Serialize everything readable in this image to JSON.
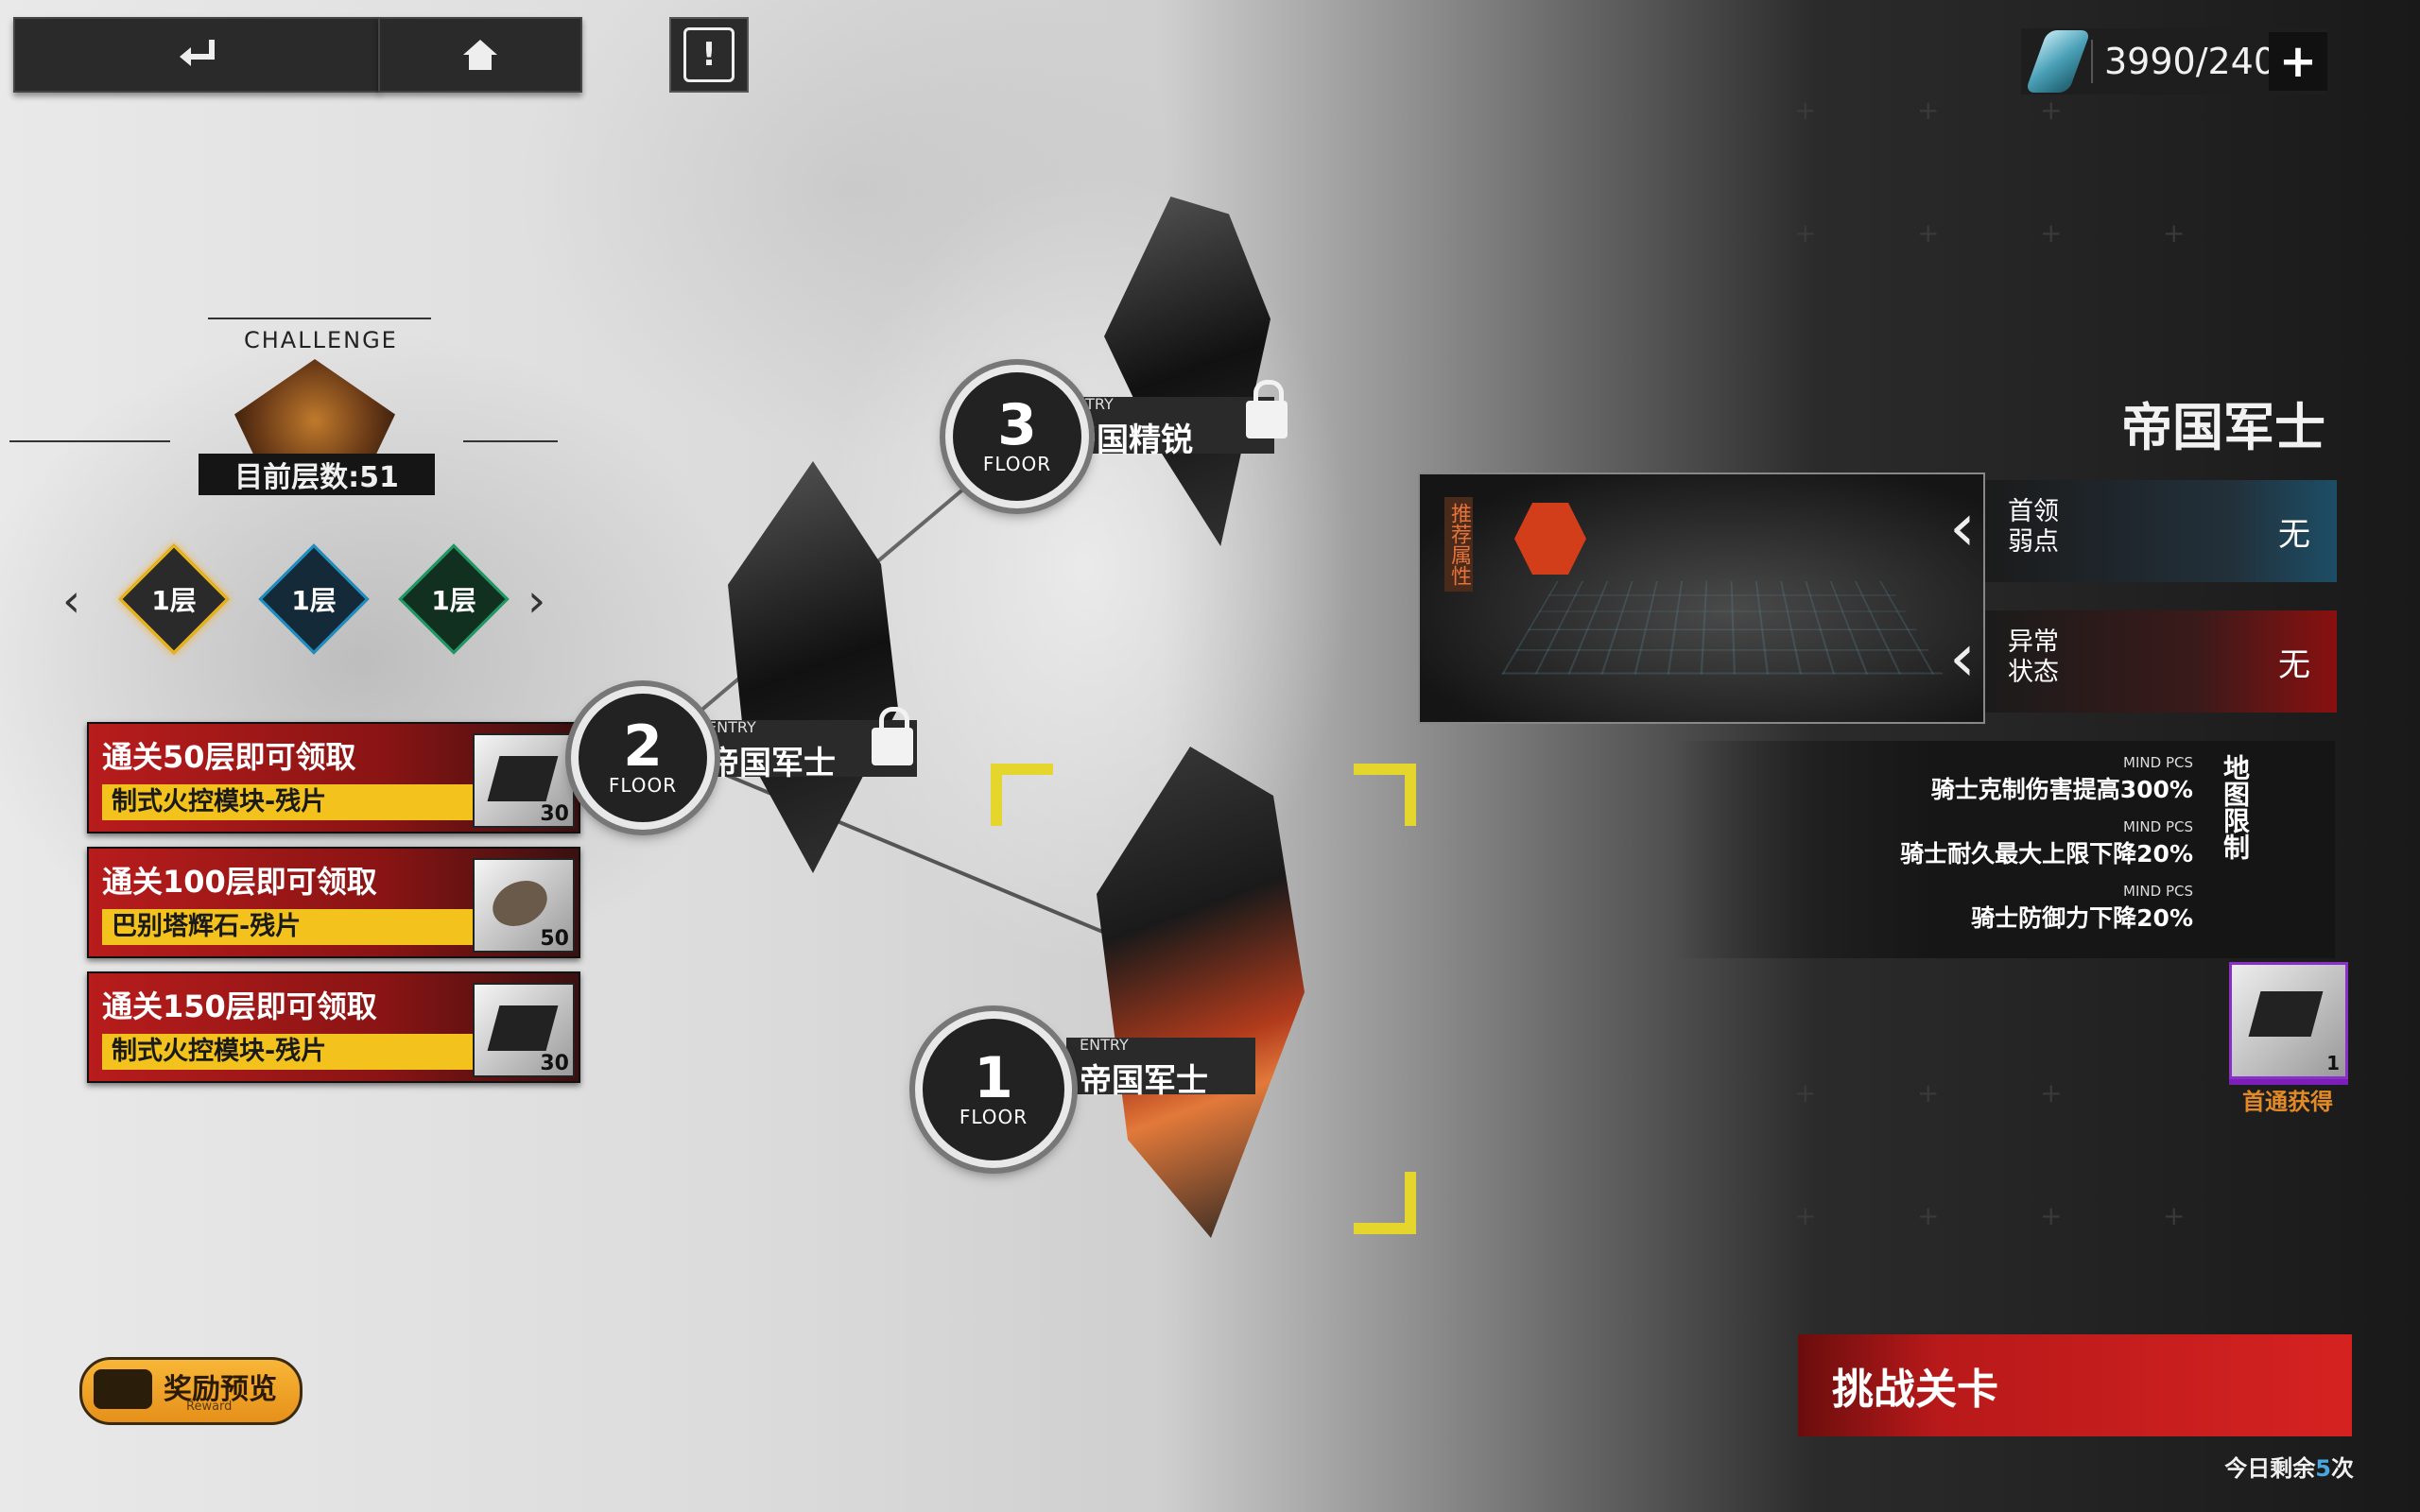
{
  "topbar": {
    "back_icon": "back-arrow-icon",
    "home_icon": "home-icon",
    "alert_icon": "exclamation-icon",
    "alert_symbol": "!",
    "currency_value": "3990/240",
    "plus_symbol": "+"
  },
  "challenge": {
    "label": "CHALLENGE",
    "current_floor": "目前层数:51",
    "tiers": [
      {
        "label": "1层",
        "color": "#e8b41a"
      },
      {
        "label": "1层",
        "color": "#1e8fc2"
      },
      {
        "label": "1层",
        "color": "#1e9a63"
      }
    ]
  },
  "rewards": [
    {
      "title": "通关50层即可领取",
      "item": "制式火控模块-残片",
      "count": "30"
    },
    {
      "title": "通关100层即可领取",
      "item": "巴别塔辉石-残片",
      "count": "50"
    },
    {
      "title": "通关150层即可领取",
      "item": "制式火控模块-残片",
      "count": "30"
    }
  ],
  "map": {
    "floors": [
      {
        "num": "3",
        "floor_label": "FLOOR",
        "entry": "ENTRY",
        "name": "帝国精锐",
        "locked": true
      },
      {
        "num": "2",
        "floor_label": "FLOOR",
        "entry": "ENTRY",
        "name": "帝国军士",
        "locked": true
      },
      {
        "num": "1",
        "floor_label": "FLOOR",
        "entry": "ENTRY",
        "name": "帝国军士",
        "locked": false
      }
    ]
  },
  "stage": {
    "title": "帝国军士",
    "recommended_attr_label": "推荐属性",
    "boss_weakness_label": "首领\n弱点",
    "boss_weakness_value": "无",
    "status_label": "异常\n状态",
    "status_value": "无",
    "map_limit_label": "地图限制",
    "limits": [
      {
        "tag": "MIND PCS",
        "text": "骑士克制伤害提高300%"
      },
      {
        "tag": "MIND PCS",
        "text": "骑士耐久最大上限下降20%"
      },
      {
        "tag": "MIND PCS",
        "text": "骑士防御力下降20%"
      }
    ],
    "first_clear_count": "1",
    "first_clear_label": "首通获得",
    "challenge_button": "挑战关卡",
    "remaining_prefix": "今日剩余",
    "remaining_count": "5",
    "remaining_suffix": "次"
  },
  "reward_preview": {
    "label": "奖励预览",
    "sub": "Reward"
  },
  "colors": {
    "accent_red": "#d52221",
    "highlight_yellow": "#f4c21d",
    "corner_yellow": "#e4d62c",
    "first_clear_orange": "#e28a28"
  }
}
